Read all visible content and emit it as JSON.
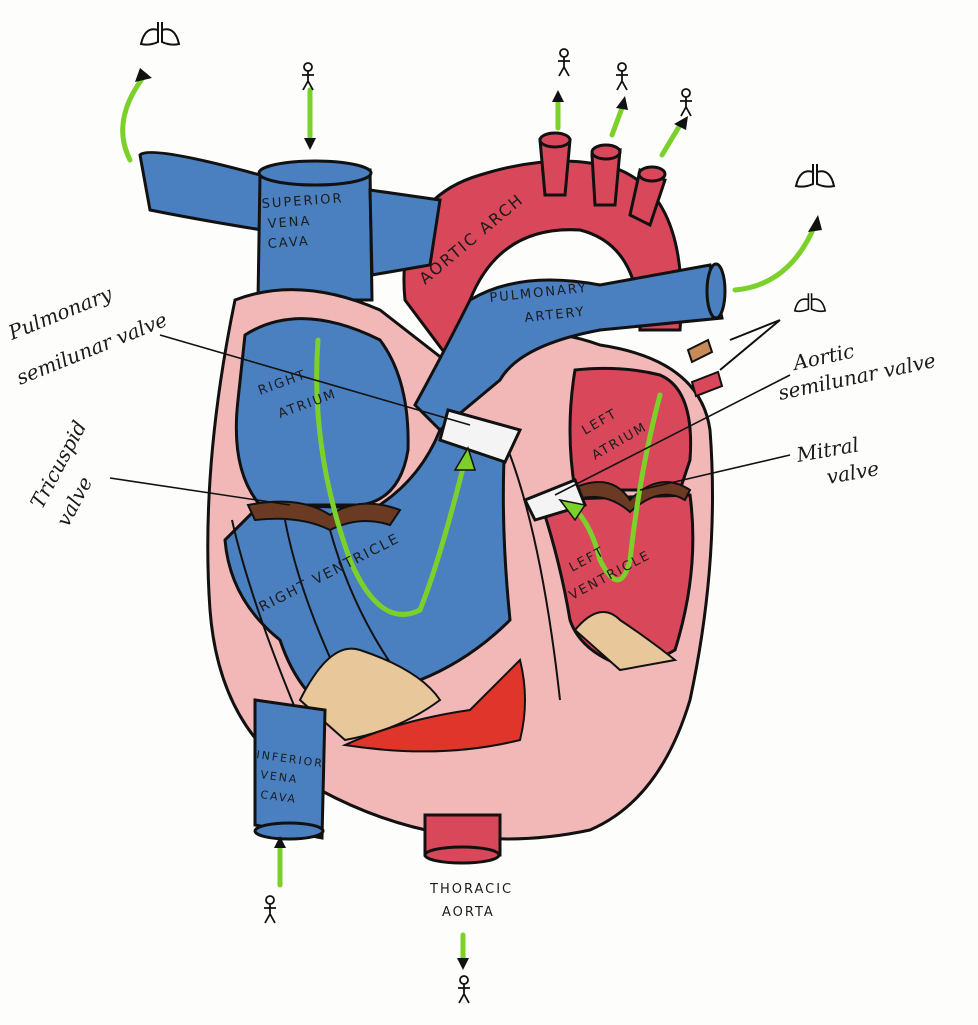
{
  "labels": {
    "superior_vena_cava": [
      "SUPERIOR",
      "VENA",
      "CAVA"
    ],
    "aortic_arch": "AORTIC ARCH",
    "pulmonary_artery": [
      "PULMONARY",
      "ARTERY"
    ],
    "right_atrium": [
      "RIGHT",
      "ATRIUM"
    ],
    "left_atrium": [
      "LEFT",
      "ATRIUM"
    ],
    "right_ventricle": "RIGHT VENTRICLE",
    "left_ventricle": [
      "LEFT",
      "VENTRICLE"
    ],
    "inferior_vena_cava": [
      "INFERIOR",
      "VENA",
      "CAVA"
    ],
    "thoracic_aorta": [
      "THORACIC",
      "AORTA"
    ]
  },
  "callouts": {
    "pulmonary_semilunar": [
      "Pulmonary",
      "semilunar valve"
    ],
    "tricuspid": [
      "Tricuspid",
      "valve"
    ],
    "aortic_semilunar": [
      "Aortic",
      "semilunar valve"
    ],
    "mitral": [
      "Mitral",
      "valve"
    ]
  },
  "icons": {
    "lungs": "lungs-icon",
    "person": "person-icon"
  },
  "colors": {
    "deoxygenated": "#4a7fc0",
    "oxygenated": "#d9475a",
    "muscle": "#f2b8b8",
    "flow_arrow": "#7cd02a",
    "valve": "#6b3a22"
  }
}
